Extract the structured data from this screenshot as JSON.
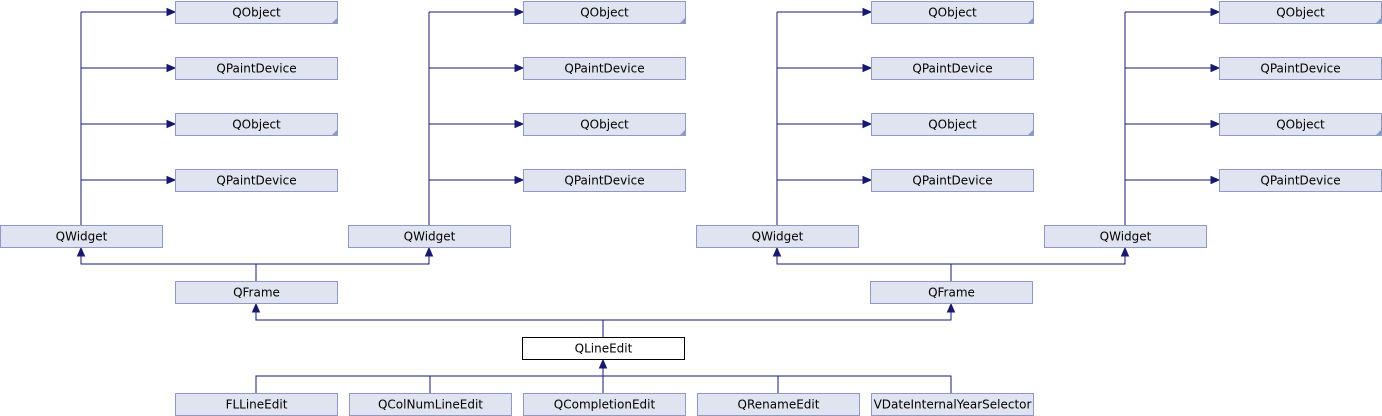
{
  "colors": {
    "edge": "#191970",
    "node_fill": "#e0e4f1",
    "node_border": "#8d9ac7",
    "focus_fill": "#ffffff",
    "focus_border": "#000000",
    "text": "#000000",
    "corner": "#8d9ac7"
  },
  "nodes": {
    "qobject": "QObject",
    "qpaintdevice": "QPaintDevice",
    "qwidget": "QWidget",
    "qframe": "QFrame",
    "qlineedit": "QLineEdit",
    "fllineedit": "FLLineEdit",
    "qcolnumlineedit": "QColNumLineEdit",
    "qcompletionedit": "QCompletionEdit",
    "qrenameedit": "QRenameEdit",
    "vdateinternalyearselector": "VDateInternalYearSelector"
  }
}
